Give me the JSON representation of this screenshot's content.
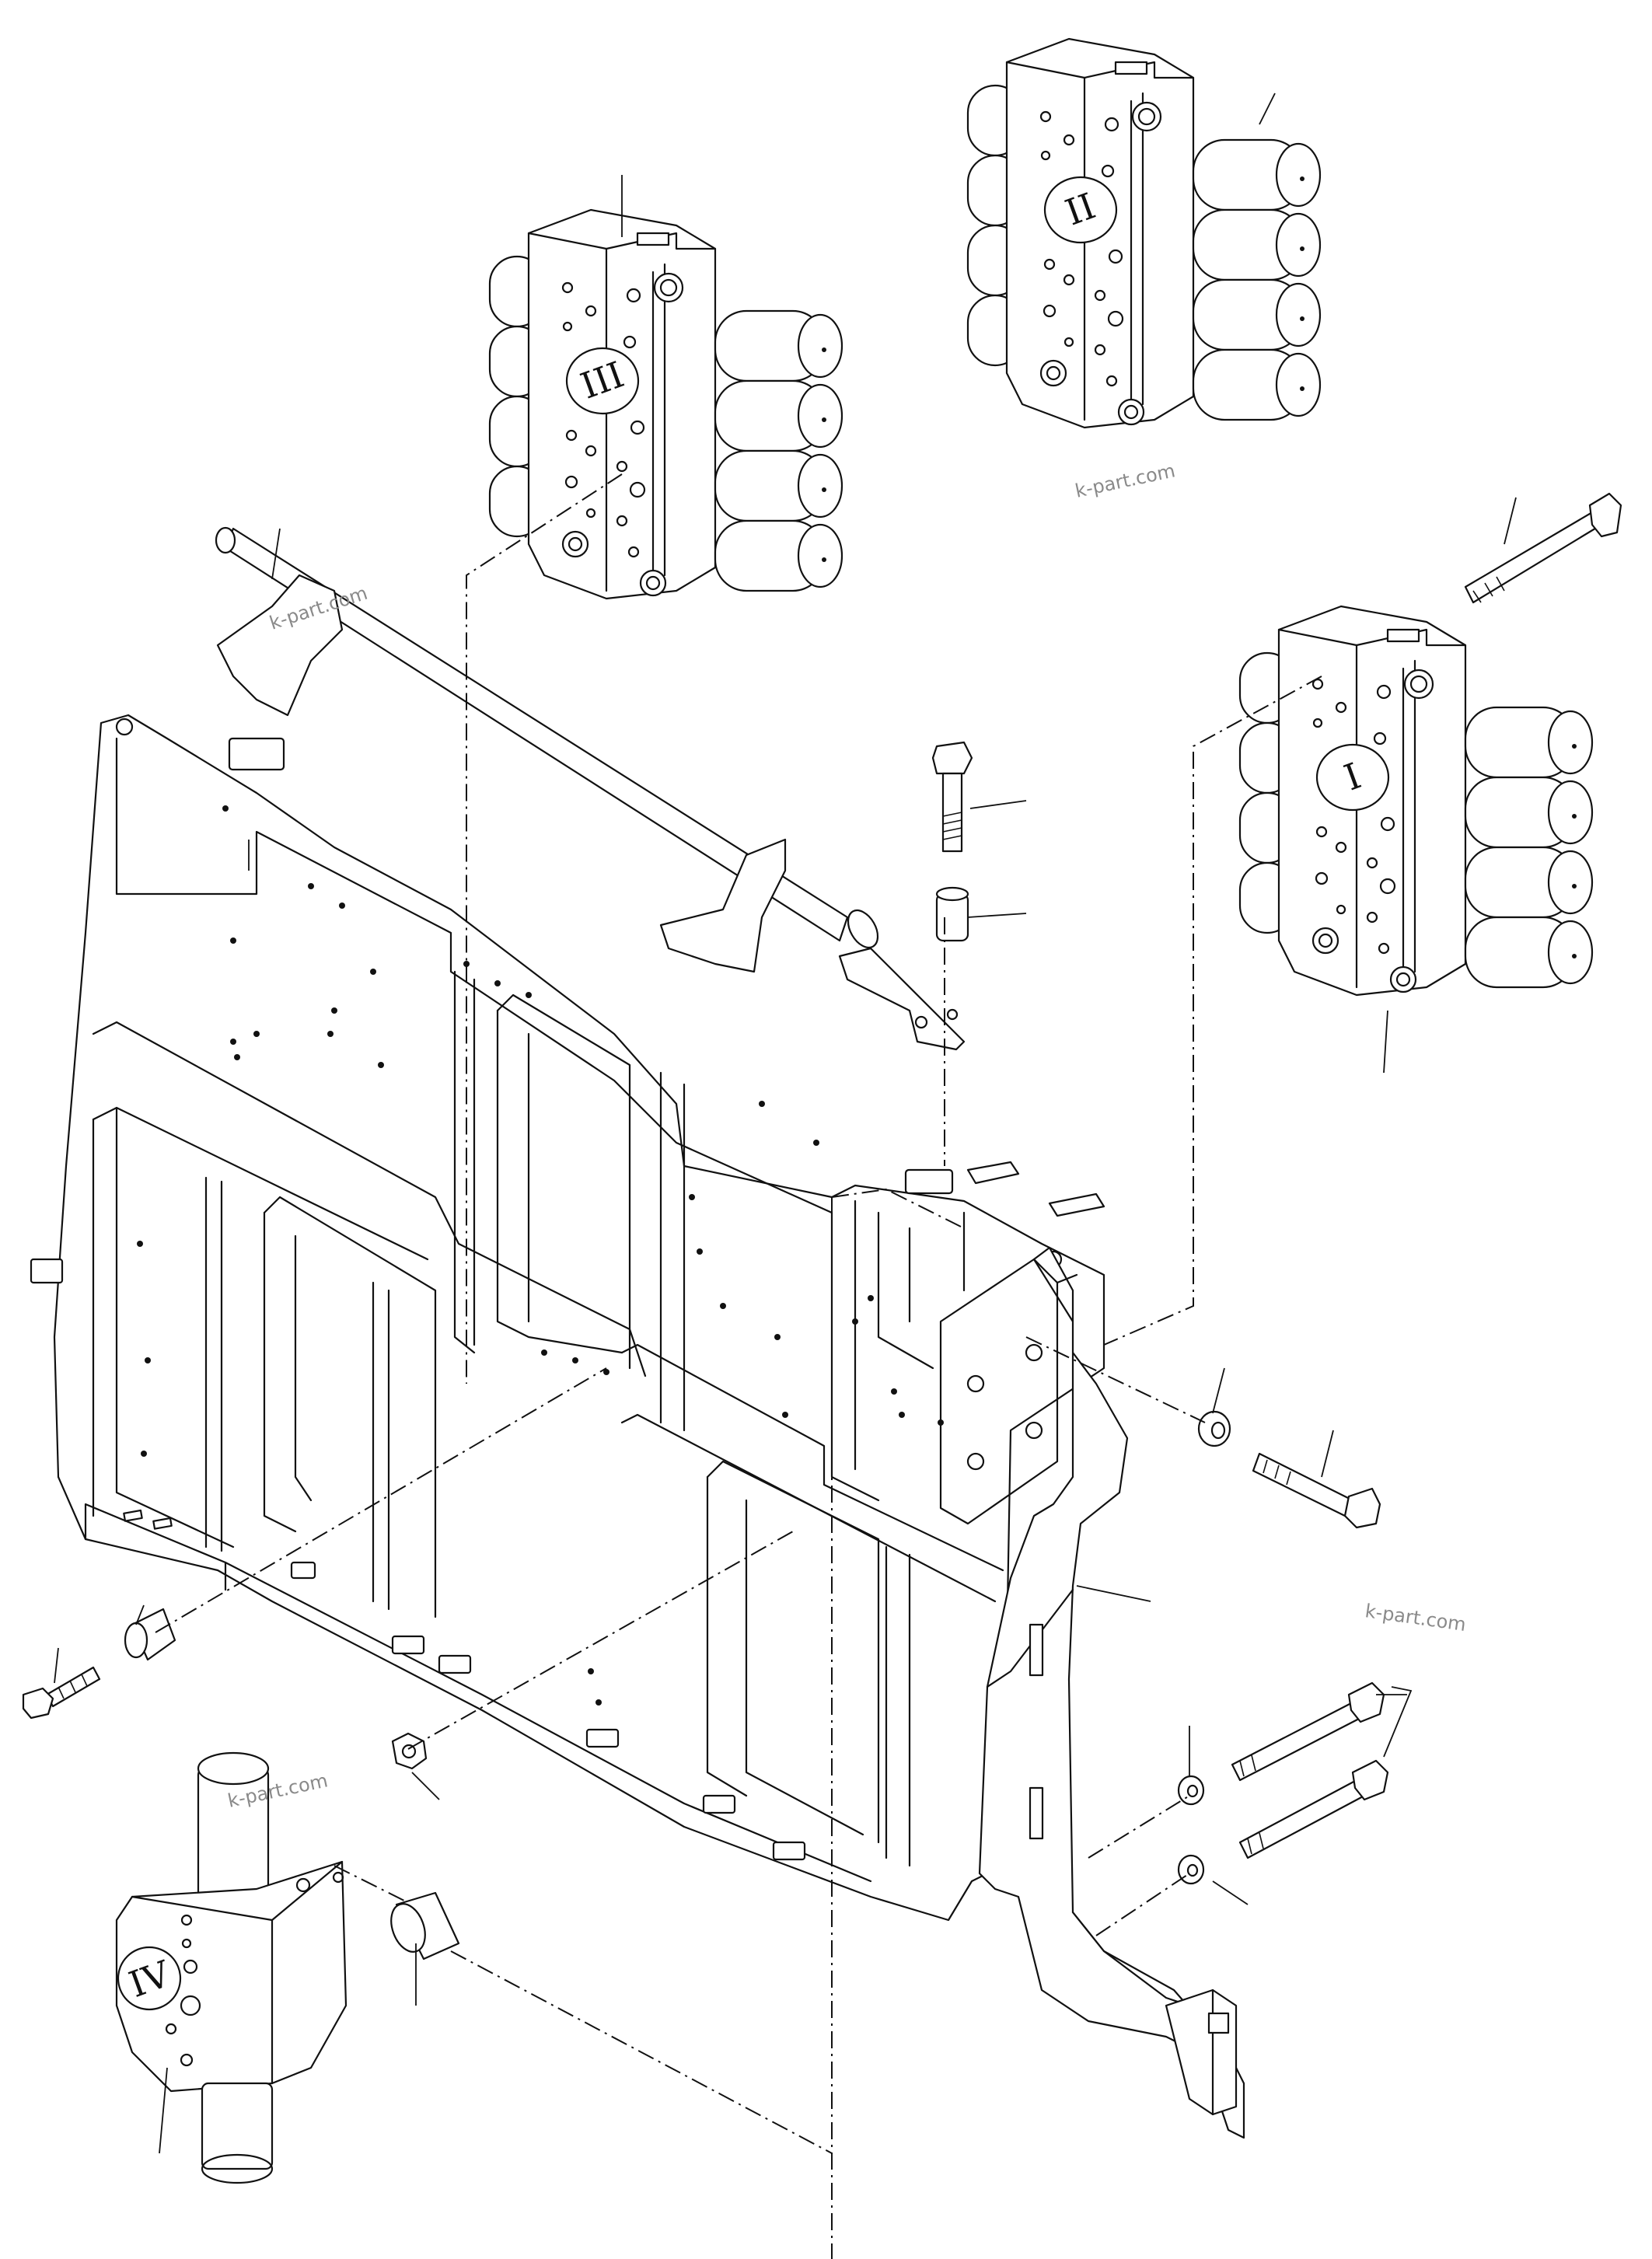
{
  "valve_labels": {
    "valve_1": "I",
    "valve_2": "II",
    "valve_3": "III",
    "valve_4": "IV"
  },
  "watermarks": [
    "k-part.com",
    "k-part.com",
    "k-part.com",
    "k-part.com"
  ],
  "colors": {
    "ink": "#111111",
    "background": "#ffffff",
    "watermark": "#8a8a8a"
  }
}
